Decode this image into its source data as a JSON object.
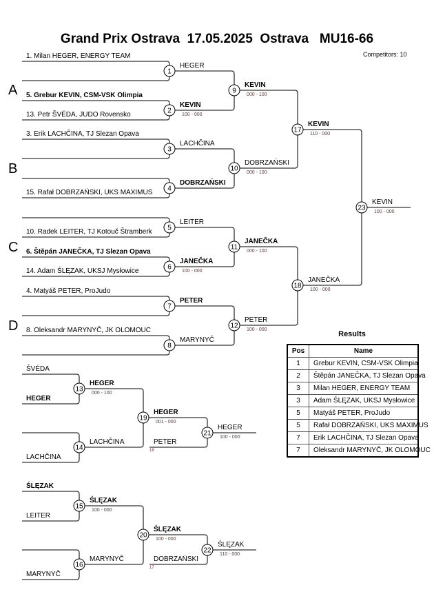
{
  "header": {
    "title": "Grand Prix Ostrava  17.05.2025  Ostrava   MU16-66",
    "competitors": "Competitors: 10"
  },
  "pools": [
    "A",
    "B",
    "C",
    "D"
  ],
  "main_entries": [
    {
      "text": "1. Milan HEGER, ENERGY TEAM",
      "bold": false
    },
    {
      "text": "",
      "bold": false
    },
    {
      "text": "5. Grebur KEVIN, CSM-VSK Olimpia",
      "bold": true
    },
    {
      "text": "13. Petr ŠVÉDA, JUDO Rovensko",
      "bold": false
    },
    {
      "text": "3. Erik LACHČINA, TJ Slezan Opava",
      "bold": false
    },
    {
      "text": "",
      "bold": false
    },
    {
      "text": "",
      "bold": false
    },
    {
      "text": "15. Rafał DOBRZAŃSKI, UKS MAXIMUS",
      "bold": false
    },
    {
      "text": "",
      "bold": false
    },
    {
      "text": "10. Radek LEITER, TJ Kotouč Štramberk",
      "bold": false
    },
    {
      "text": "6. Štěpán JANEČKA, TJ Slezan Opava",
      "bold": true
    },
    {
      "text": "14. Adam ŚLĘZAK, UKSJ Mysłowice",
      "bold": false
    },
    {
      "text": "4. Matyáš PETER, ProJudo",
      "bold": false
    },
    {
      "text": "",
      "bold": false
    },
    {
      "text": "8. Oleksandr MARYNYČ, JK OLOMOUC",
      "bold": false
    },
    {
      "text": "",
      "bold": false
    }
  ],
  "repechage_entries": [
    {
      "text": "ŠVÉDA",
      "bold": false
    },
    {
      "text": "HEGER",
      "bold": true
    },
    {
      "text": "",
      "bold": false
    },
    {
      "text": "LACHČINA",
      "bold": false
    },
    {
      "text": "ŚLĘZAK",
      "bold": true
    },
    {
      "text": "LEITER",
      "bold": false
    },
    {
      "text": "",
      "bold": false
    },
    {
      "text": "MARYNYČ",
      "bold": false
    }
  ],
  "matches": [
    {
      "num": "1",
      "winner": "HEGER",
      "bold": false,
      "score": ""
    },
    {
      "num": "2",
      "winner": "KEVIN",
      "bold": true,
      "score": "100 - 000"
    },
    {
      "num": "3",
      "winner": "LACHČINA",
      "bold": false,
      "score": ""
    },
    {
      "num": "4",
      "winner": "DOBRZAŃSKI",
      "bold": true,
      "score": ""
    },
    {
      "num": "5",
      "winner": "LEITER",
      "bold": false,
      "score": ""
    },
    {
      "num": "6",
      "winner": "JANEČKA",
      "bold": true,
      "score": "100 - 000"
    },
    {
      "num": "7",
      "winner": "PETER",
      "bold": true,
      "score": ""
    },
    {
      "num": "8",
      "winner": "MARYNYČ",
      "bold": false,
      "score": ""
    },
    {
      "num": "9",
      "winner": "KEVIN",
      "bold": true,
      "score": "000 - 100"
    },
    {
      "num": "10",
      "winner": "DOBRZAŃSKI",
      "bold": false,
      "score": "000 - 100"
    },
    {
      "num": "11",
      "winner": "JANEČKA",
      "bold": true,
      "score": "000 - 100"
    },
    {
      "num": "12",
      "winner": "PETER",
      "bold": false,
      "score": "100 - 000"
    },
    {
      "num": "17",
      "winner": "KEVIN",
      "bold": true,
      "score": "110 - 000"
    },
    {
      "num": "18",
      "winner": "JANEČKA",
      "bold": false,
      "score": "100 - 000"
    },
    {
      "num": "23",
      "winner": "KEVIN",
      "bold": false,
      "score": "100 - 000"
    },
    {
      "num": "13",
      "winner": "HEGER",
      "bold": true,
      "score": "000 - 100"
    },
    {
      "num": "14",
      "winner": "LACHČINA",
      "bold": false,
      "score": ""
    },
    {
      "num": "19",
      "winner": "HEGER",
      "bold": true,
      "score": "001 - 000"
    },
    {
      "num": "21",
      "winner": "HEGER",
      "bold": false,
      "score": "100 - 000"
    },
    {
      "num": "15",
      "winner": "ŚLĘZAK",
      "bold": true,
      "score": "100 - 000"
    },
    {
      "num": "16",
      "winner": "MARYNYČ",
      "bold": false,
      "score": ""
    },
    {
      "num": "20",
      "winner": "ŚLĘZAK",
      "bold": true,
      "score": "100 - 000"
    },
    {
      "num": "22",
      "winner": "ŚLĘZAK",
      "bold": false,
      "score": "110 - 000"
    }
  ],
  "repechage_opponents": [
    {
      "name": "PETER",
      "from_match": "18"
    },
    {
      "name": "DOBRZAŃSKI",
      "from_match": "17"
    }
  ],
  "results": {
    "title": "Results",
    "headers": {
      "pos": "Pos",
      "name": "Name"
    },
    "rows": [
      {
        "pos": "1",
        "name": "Grebur KEVIN, CSM-VSK Olimpia"
      },
      {
        "pos": "2",
        "name": "Štěpán JANEČKA, TJ Slezan Opava"
      },
      {
        "pos": "3",
        "name": "Milan HEGER, ENERGY TEAM"
      },
      {
        "pos": "3",
        "name": "Adam ŚLĘZAK, UKSJ Mysłowice"
      },
      {
        "pos": "5",
        "name": "Matyáš PETER, ProJudo"
      },
      {
        "pos": "5",
        "name": "Rafał DOBRZAŃSKI, UKS MAXIMUS"
      },
      {
        "pos": "7",
        "name": "Erik LACHČINA, TJ Slezan Opava"
      },
      {
        "pos": "7",
        "name": "Oleksandr MARYNYČ, JK OLOMOUC"
      }
    ]
  }
}
